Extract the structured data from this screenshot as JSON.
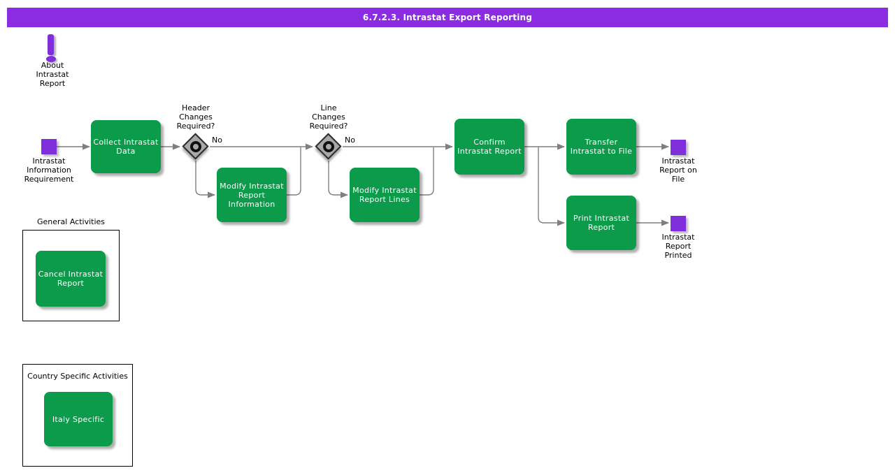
{
  "title_bar": {
    "title": "6.7.2.3. Intrastat Export Reporting"
  },
  "about": {
    "label": "About\nIntrastat\nReport"
  },
  "flow": {
    "start_label": "Intrastat\nInformation\nRequirement",
    "tasks": {
      "collect": "Collect Intrastat\nData",
      "modify_info": "Modify Intrastat\nReport\nInformation",
      "modify_lines": "Modify Intrastat\nReport Lines",
      "confirm": "Confirm\nIntrastat Report",
      "transfer": "Transfer\nIntrastat to File",
      "print": "Print Intrastat\nReport"
    },
    "decisions": {
      "header": {
        "question": "Header\nChanges\nRequired?",
        "no_label": "No"
      },
      "line": {
        "question": "Line\nChanges\nRequired?",
        "no_label": "No"
      }
    },
    "ends": {
      "on_file": "Intrastat\nReport on\nFile",
      "printed": "Intrastat\nReport\nPrinted"
    }
  },
  "groups": {
    "general": {
      "title": "General Activities",
      "task": "Cancel Intrastat\nReport"
    },
    "country": {
      "title": "Country Specific Activities",
      "task": "Italy Specific"
    }
  },
  "colors": {
    "purple": "#7e2edb",
    "titlebar": "#8b2be2",
    "green": "#0c9b4b",
    "connector": "#7f7f7f",
    "diamond": "#a8a8a8"
  }
}
